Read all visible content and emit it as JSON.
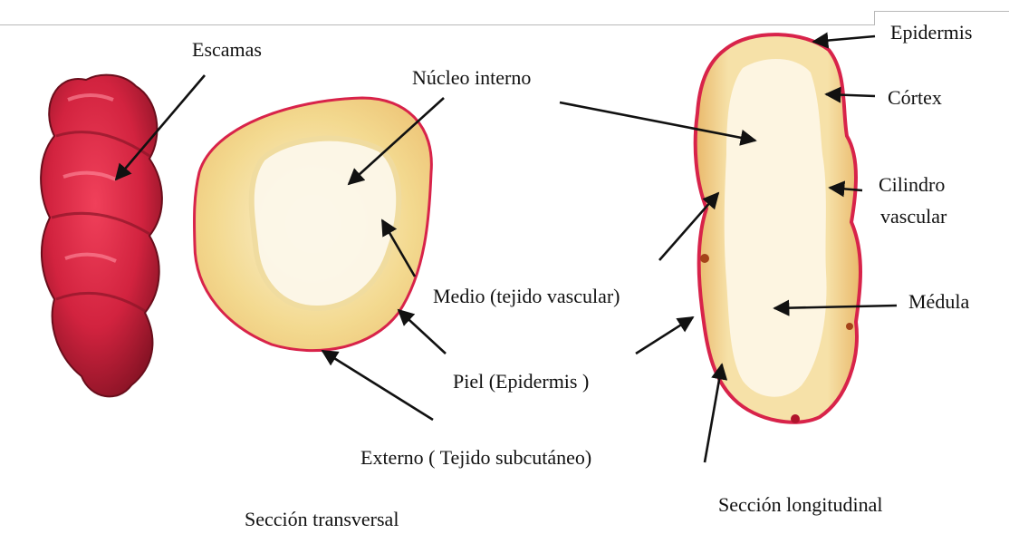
{
  "labels": {
    "escamas": "Escamas",
    "nucleo_interno": "Núcleo interno",
    "medio": "Medio (tejido vascular)",
    "piel": "Piel (Epidermis )",
    "externo": "Externo ( Tejido subcutáneo)",
    "seccion_transversal": "Sección transversal",
    "seccion_longitudinal": "Sección longitudinal",
    "epidermis": "Epidermis",
    "cortex": "Córtex",
    "cilindro_vascular_line1": "Cilindro",
    "cilindro_vascular_line2": "vascular",
    "medula": "Médula"
  },
  "colors": {
    "skin_red": "#c81f3a",
    "skin_dark": "#7a1020",
    "flesh_yellow": "#f3d98f",
    "flesh_light": "#fbf2d6",
    "core_white": "#fdf8ea",
    "arrow": "#111111"
  }
}
